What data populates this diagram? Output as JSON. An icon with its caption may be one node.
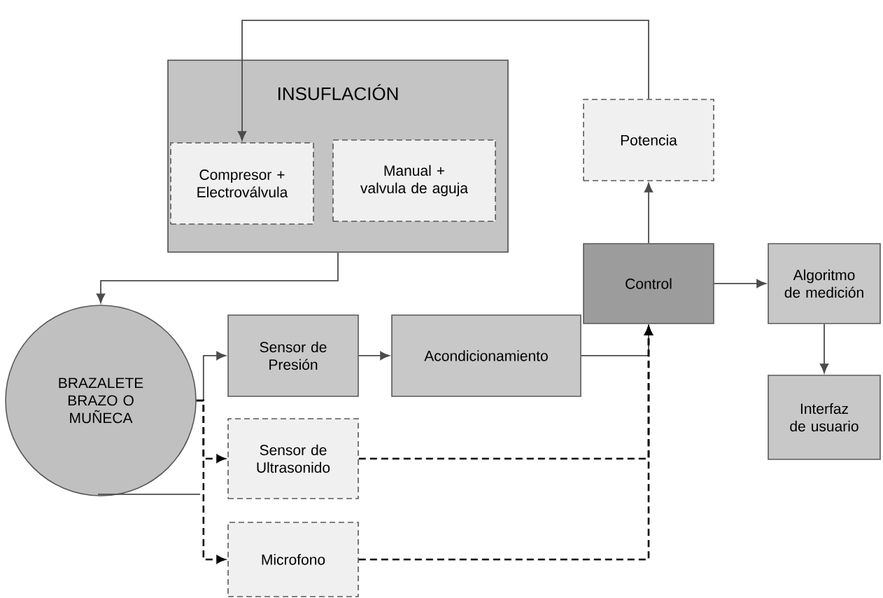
{
  "diagram": {
    "nodes": [
      {
        "text": [
          "INSUFLACIÓN"
        ]
      },
      {
        "text": [
          "Compresor + Electroválvula"
        ],
        "in": 0
      },
      {
        "text": [
          "Manual + valvula de aguja"
        ],
        "in": 0
      },
      {
        "text": [
          "Potencia"
        ]
      },
      {
        "text": [
          "Control"
        ]
      },
      {
        "text": [
          "Algoritmo de medición"
        ]
      },
      {
        "text": [
          "Interfaz de usuario"
        ]
      },
      {
        "text": [
          "BRAZALETE BRAZO O MUÑECA"
        ]
      },
      {
        "text": [
          "Sensor de Presión"
        ]
      },
      {
        "text": [
          "Acondicionamiento"
        ]
      },
      {
        "text": [
          "Sensor de Ultrasonido"
        ]
      },
      {
        "text": [
          "Microfono"
        ]
      }
    ],
    "edges": [
      {
        "from": 3,
        "to": 1,
        "arrow": "to"
      },
      {
        "from": 4,
        "to": 3,
        "arrow": "to"
      },
      {
        "from": 4,
        "to": 5,
        "arrow": "to"
      },
      {
        "from": 5,
        "to": 6,
        "arrow": "to"
      },
      {
        "from": 0,
        "to": 7,
        "arrow": "to"
      },
      {
        "from": 7,
        "to": 8,
        "arrow": "to"
      },
      {
        "from": 7,
        "to": 10,
        "arrow": "to",
        "style": "dashed"
      },
      {
        "from": 7,
        "to": 11,
        "arrow": "to",
        "style": "dashed"
      },
      {
        "from": 8,
        "to": 9,
        "arrow": "to"
      },
      {
        "from": 9,
        "to": 4,
        "arrow": "to"
      },
      {
        "from": 10,
        "to": 4,
        "arrow": "to",
        "style": "dashed"
      },
      {
        "from": 11,
        "to": 4,
        "arrow": "to",
        "style": "dashed"
      }
    ]
  }
}
